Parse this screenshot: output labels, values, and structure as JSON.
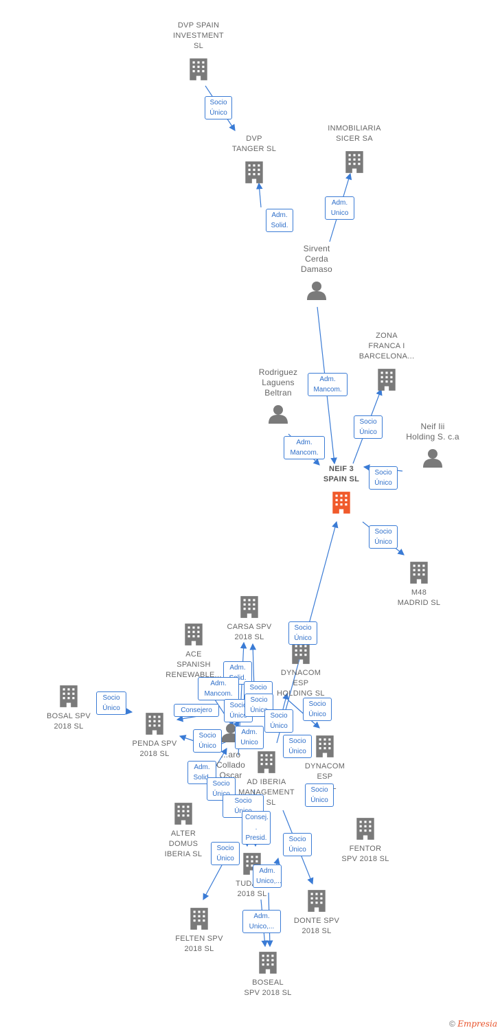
{
  "colors": {
    "node": "#7a7a7a",
    "main": "#f05a2b",
    "edge": "#3a7bd5",
    "label_text": "#2f6fc9"
  },
  "nodes": [
    {
      "id": "dvp_spain",
      "label": "DVP SPAIN\nINVESTMENT\nSL",
      "kind": "company",
      "icon": "building-icon"
    },
    {
      "id": "dvp_tanger",
      "label": "DVP\nTANGER  SL",
      "kind": "company",
      "icon": "building-icon"
    },
    {
      "id": "inmobiliaria",
      "label": "INMOBILIARIA\nSICER SA",
      "kind": "company",
      "icon": "building-icon"
    },
    {
      "id": "sirvent",
      "label": "Sirvent\nCerda\nDamaso",
      "kind": "person",
      "icon": "person-icon"
    },
    {
      "id": "zona_franca",
      "label": "ZONA\nFRANCA I\nBARCELONA...",
      "kind": "company",
      "icon": "building-icon"
    },
    {
      "id": "rodriguez",
      "label": "Rodriguez\nLaguens\nBeltran",
      "kind": "person",
      "icon": "person-icon"
    },
    {
      "id": "neif_iii",
      "label": "Neif Iii\nHolding S. c.a",
      "kind": "person",
      "icon": "person-icon"
    },
    {
      "id": "neif3",
      "label": "NEIF 3\nSPAIN  SL",
      "kind": "main",
      "icon": "building-icon"
    },
    {
      "id": "m48",
      "label": "M48\nMADRID  SL",
      "kind": "company",
      "icon": "building-icon"
    },
    {
      "id": "carsa",
      "label": "CARSA SPV\n2018  SL",
      "kind": "company",
      "icon": "building-icon"
    },
    {
      "id": "ace",
      "label": "ACE\nSPANISH\nRENEWABLE...",
      "kind": "company",
      "icon": "building-icon"
    },
    {
      "id": "dynacom_holding",
      "label": "DYNACOM\nESP\nHOLDING  SL",
      "kind": "company",
      "icon": "building-icon"
    },
    {
      "id": "bosal",
      "label": "BOSAL SPV\n2018  SL",
      "kind": "company",
      "icon": "building-icon"
    },
    {
      "id": "penda",
      "label": "PENDA SPV\n2018  SL",
      "kind": "company",
      "icon": "building-icon"
    },
    {
      "id": "oscar",
      "label": "...aro\nCollado\nOscar",
      "kind": "person",
      "icon": "person-icon"
    },
    {
      "id": "dynacom_esp",
      "label": "DYNACOM\nESP\nP...  SL",
      "kind": "company",
      "icon": "building-icon"
    },
    {
      "id": "ad_iberia",
      "label": "AD IBERIA\nMANAGEMENT\n...  SL",
      "kind": "company",
      "icon": "building-icon"
    },
    {
      "id": "alter",
      "label": "ALTER\nDOMUS\nIBERIA  SL",
      "kind": "company",
      "icon": "building-icon"
    },
    {
      "id": "fentor",
      "label": "FENTOR\nSPV 2018  SL",
      "kind": "company",
      "icon": "building-icon"
    },
    {
      "id": "tudal",
      "label": "TUDAL...\n2018  SL",
      "kind": "company",
      "icon": "building-icon"
    },
    {
      "id": "donte",
      "label": "DONTE SPV\n2018  SL",
      "kind": "company",
      "icon": "building-icon"
    },
    {
      "id": "felten",
      "label": "FELTEN SPV\n2018  SL",
      "kind": "company",
      "icon": "building-icon"
    },
    {
      "id": "boseal",
      "label": "BOSEAL\nSPV 2018  SL",
      "kind": "company",
      "icon": "building-icon"
    }
  ],
  "edge_labels": [
    "Socio\nÚnico",
    "Adm.\nSolid.",
    "Adm.\nUnico",
    "Adm.\nMancom.",
    "Socio\nÚnico",
    "Adm.\nMancom.",
    "Socio\nÚnico",
    "Socio\nÚnico",
    "Socio\nÚnico",
    "Adm.\nSolid.",
    "Adm.\nMancom.",
    "Socio\nÚnico",
    "Socio\nÚnico",
    "Socio\nÚnico",
    "Consejero",
    "Socio\nÚnico",
    "Socio\nÚnico",
    "Adm.\nUnico",
    "Socio\nÚnico",
    "Socio\nÚnico",
    "Adm.\nSolid.",
    "Socio\nÚnico",
    "Socio\nÚnico",
    "Consej. .\nPresid.",
    "Socio\nÚnico",
    "Socio\nÚnico",
    "Socio\nÚnico",
    "Adm.\nUnico,...",
    "Socio\nÚnico",
    "Adm.\nUnico,..."
  ],
  "footer": {
    "copyright": "©",
    "brand": "Empresia"
  }
}
